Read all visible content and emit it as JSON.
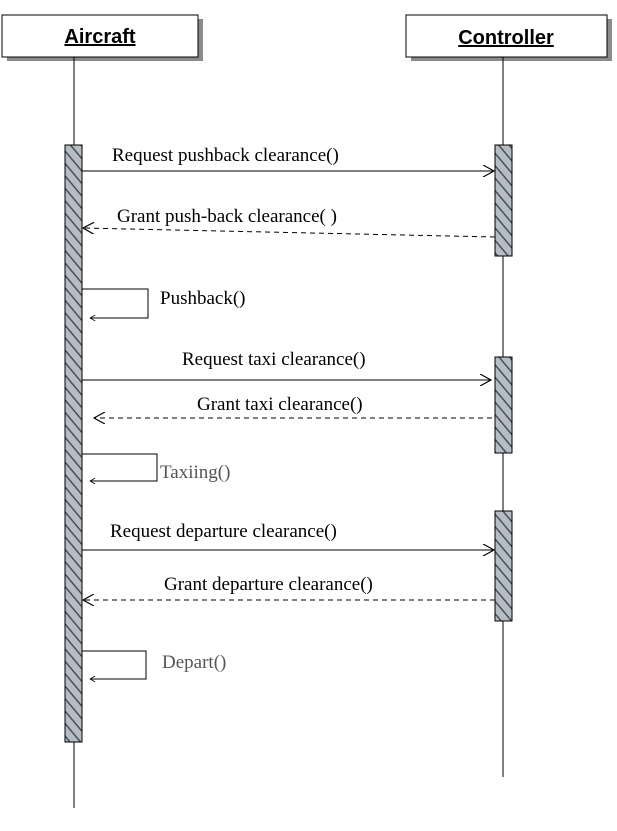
{
  "lifelines": {
    "aircraft": {
      "label": "Aircraft"
    },
    "controller": {
      "label": "Controller"
    }
  },
  "messages": [
    {
      "label": "Request pushback clearance()",
      "kind": "call"
    },
    {
      "label": "Grant push-back clearance( )",
      "kind": "return"
    },
    {
      "label": "Pushback()",
      "kind": "self"
    },
    {
      "label": "Request taxi clearance()",
      "kind": "call"
    },
    {
      "label": "Grant taxi clearance()",
      "kind": "return"
    },
    {
      "label": "Taxiing()",
      "kind": "self"
    },
    {
      "label": "Request departure clearance()",
      "kind": "call"
    },
    {
      "label": "Grant departure clearance()",
      "kind": "return"
    },
    {
      "label": "Depart()",
      "kind": "self"
    }
  ],
  "colors": {
    "line": "#000000",
    "activation_fill": "#b4bcc4",
    "hatch": "#4a4f55",
    "header_shadow": "#8c8c8c"
  }
}
